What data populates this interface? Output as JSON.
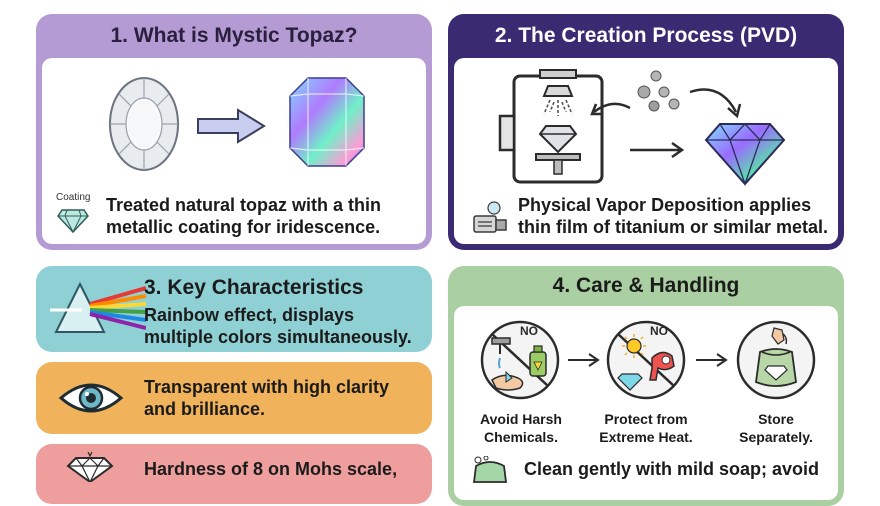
{
  "panel1": {
    "title": "1. What is Mystic Topaz?",
    "coating_label": "Coating",
    "description_line1": "Treated natural topaz with a thin",
    "description_line2": "metallic coating for iridescence."
  },
  "panel2": {
    "title": "2. The Creation Process (PVD)",
    "description_line1": "Physical Vapor Deposition applies",
    "description_line2": "thin film of titanium or similar metal."
  },
  "panel3": {
    "title": "3. Key Characteristics",
    "line1": "Rainbow effect, displays",
    "line2": "multiple colors simultaneously."
  },
  "panel_transparency": {
    "line1": "Transparent with high clarity",
    "line2": "and brilliance."
  },
  "panel_hardness": {
    "line1": "Hardness of 8 on Mohs scale,"
  },
  "panel4": {
    "title": "4. Care & Handling",
    "no_label": "NO",
    "step1_line1": "Avoid Harsh",
    "step1_line2": "Chemicals.",
    "step2_line1": "Protect from",
    "step2_line2": "Extreme Heat.",
    "step3_line1": "Store",
    "step3_line2": "Separately.",
    "tip": "Clean gently with mild soap; avoid"
  },
  "colors": {
    "panel1_header": "#9b7fc6",
    "panel1_bg": "#b49ad3",
    "panel2_bg": "#3a2a72",
    "panel3_bg": "#8fd0d4",
    "transparency_bg": "#f0b35b",
    "hardness_bg": "#ee9e9d",
    "panel4_bg": "#a9cfa2"
  }
}
